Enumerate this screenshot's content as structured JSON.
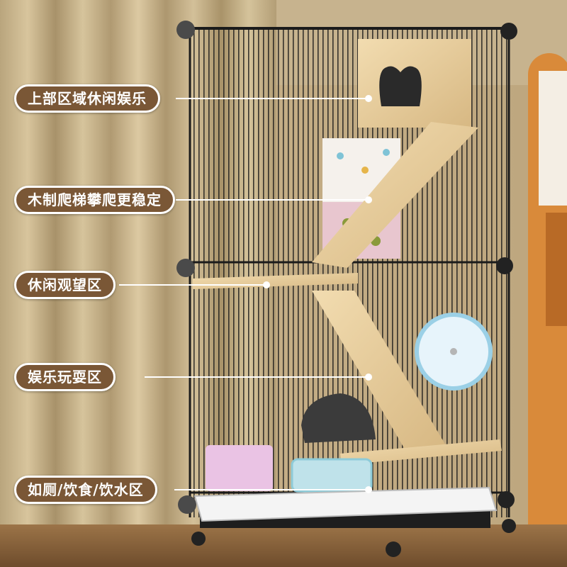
{
  "callouts": [
    {
      "label": "上部区域休闲娱乐"
    },
    {
      "label": "木制爬梯攀爬更稳定"
    },
    {
      "label": "休闲观望区"
    },
    {
      "label": "娱乐玩耍区"
    },
    {
      "label": "如厕/饮食/饮水区"
    }
  ],
  "colors": {
    "label_fill": "#7a5736",
    "label_border": "#ffffff",
    "leader_line": "#ffffff"
  }
}
